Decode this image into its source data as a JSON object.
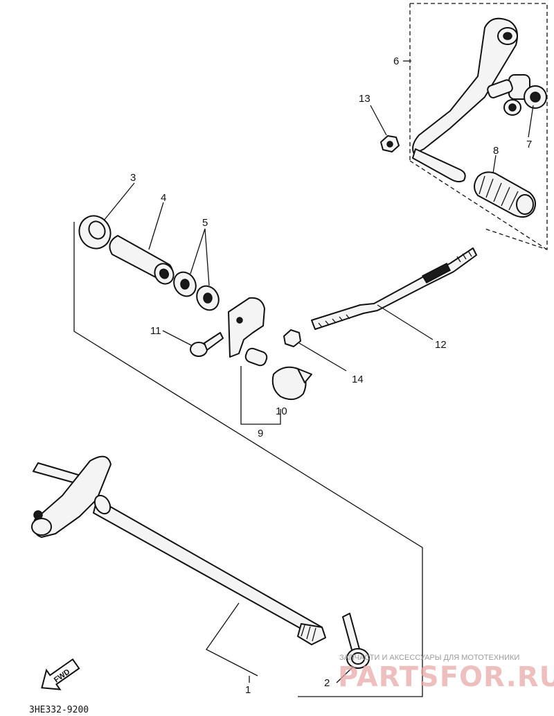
{
  "diagram": {
    "callouts": {
      "c1": "1",
      "c2": "2",
      "c3": "3",
      "c4": "4",
      "c5": "5",
      "c6": "6",
      "c7": "7",
      "c8": "8",
      "c9": "9",
      "c10": "10",
      "c11": "11",
      "c12": "12",
      "c13": "13",
      "c14": "14"
    },
    "fwd_label": "FWD",
    "diagram_code": "3HE332-9200"
  },
  "watermark": {
    "tagline": "ЗАПЧАСТИ И АКСЕССУАРЫ ДЛЯ МОТОТЕХНИКИ",
    "brand": "PARTSFOR.RU"
  }
}
